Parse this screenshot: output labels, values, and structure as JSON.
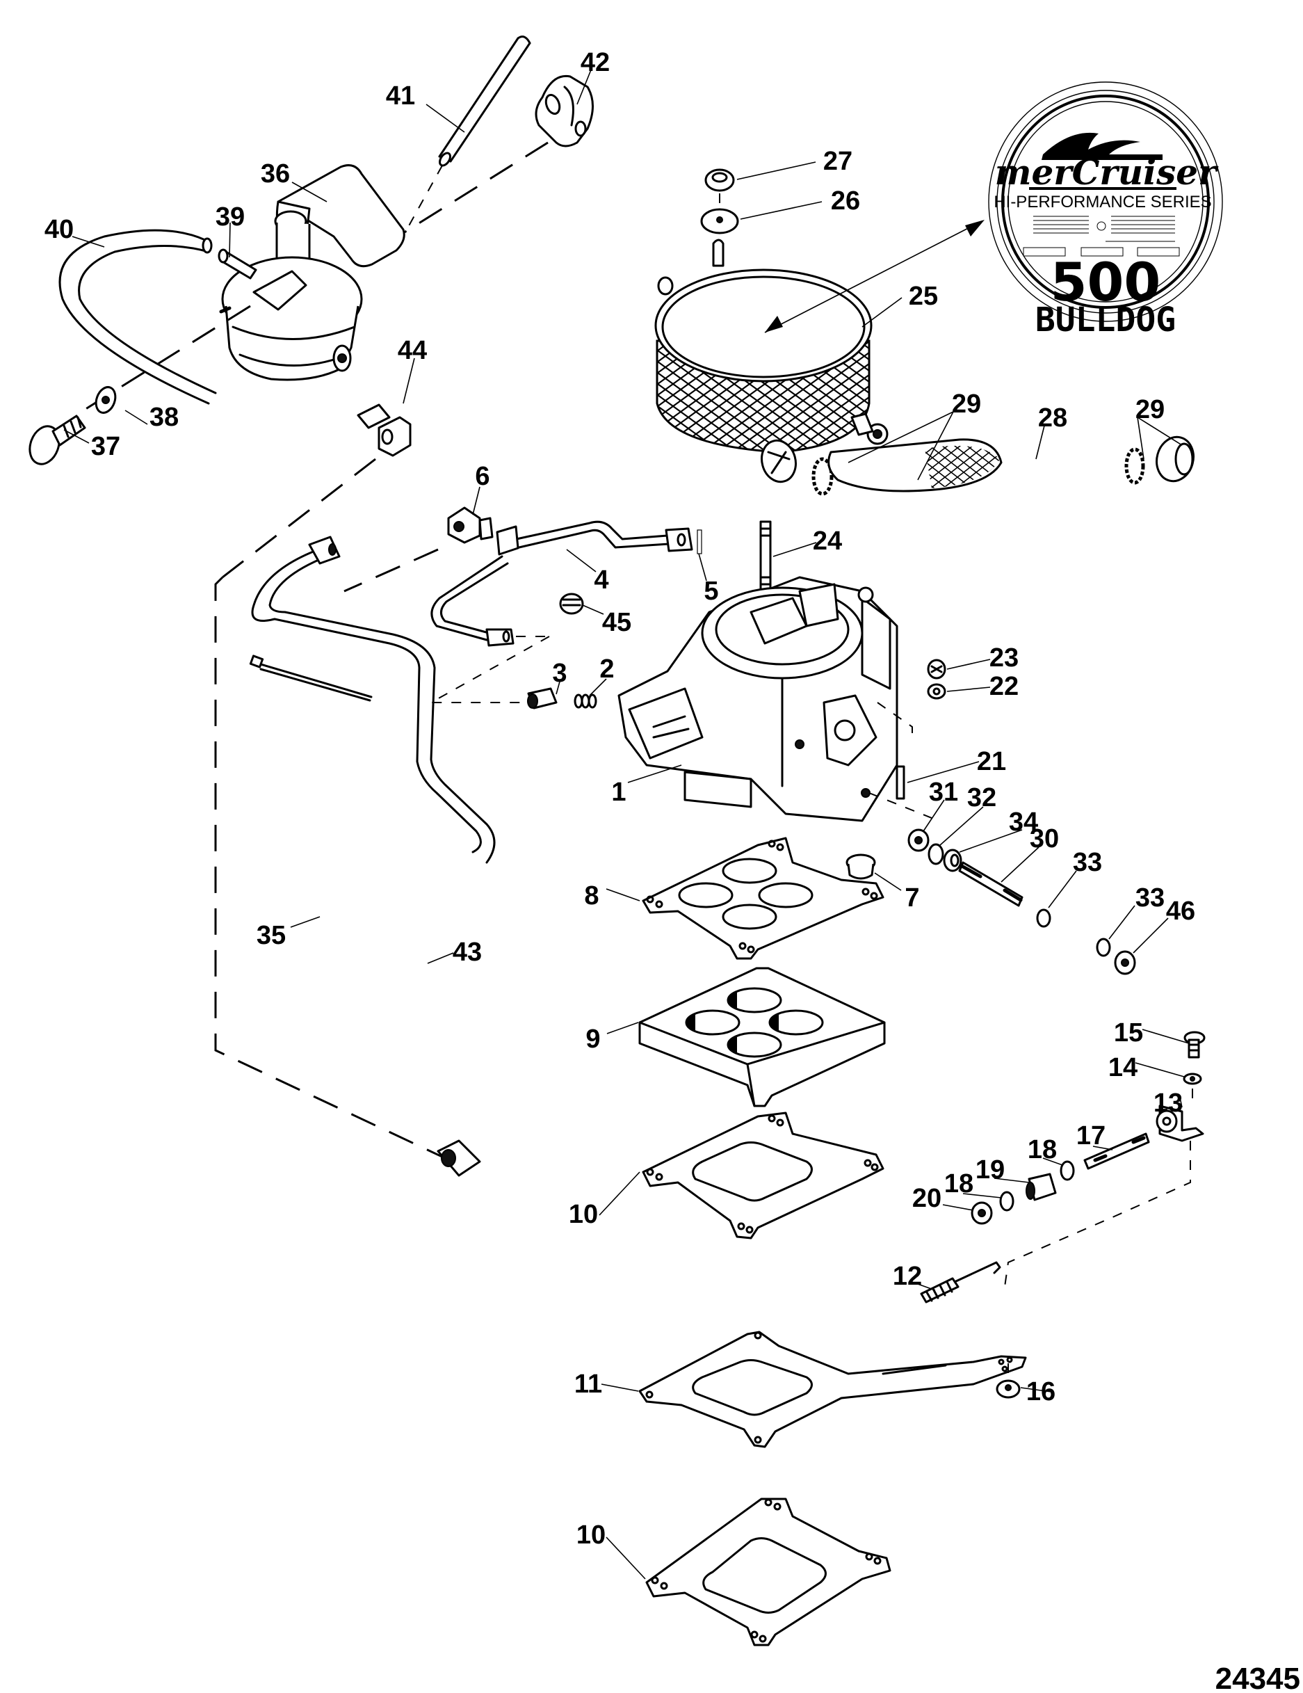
{
  "diagram": {
    "title": "Exploded parts diagram – carburetor, fuel pump and air cleaner assembly",
    "figure_number": "24345",
    "decal": {
      "brand": "merCruiser",
      "series": "HI-PERFORMANCE SERIES",
      "model_number": "500",
      "model_name": "BULLDOG"
    },
    "callouts": [
      {
        "id": "c41",
        "label": "41"
      },
      {
        "id": "c42",
        "label": "42"
      },
      {
        "id": "c36",
        "label": "36"
      },
      {
        "id": "c39",
        "label": "39"
      },
      {
        "id": "c40",
        "label": "40"
      },
      {
        "id": "c44",
        "label": "44"
      },
      {
        "id": "c38",
        "label": "38"
      },
      {
        "id": "c37",
        "label": "37"
      },
      {
        "id": "c27",
        "label": "27"
      },
      {
        "id": "c26",
        "label": "26"
      },
      {
        "id": "c25",
        "label": "25"
      },
      {
        "id": "c29a",
        "label": "29"
      },
      {
        "id": "c29b",
        "label": "29"
      },
      {
        "id": "c28",
        "label": "28"
      },
      {
        "id": "c6",
        "label": "6"
      },
      {
        "id": "c24",
        "label": "24"
      },
      {
        "id": "c4",
        "label": "4"
      },
      {
        "id": "c5",
        "label": "5"
      },
      {
        "id": "c45",
        "label": "45"
      },
      {
        "id": "c23",
        "label": "23"
      },
      {
        "id": "c22",
        "label": "22"
      },
      {
        "id": "c3",
        "label": "3"
      },
      {
        "id": "c2",
        "label": "2"
      },
      {
        "id": "c21",
        "label": "21"
      },
      {
        "id": "c1",
        "label": "1"
      },
      {
        "id": "c31",
        "label": "31"
      },
      {
        "id": "c32",
        "label": "32"
      },
      {
        "id": "c34",
        "label": "34"
      },
      {
        "id": "c30",
        "label": "30"
      },
      {
        "id": "c33a",
        "label": "33"
      },
      {
        "id": "c7",
        "label": "7"
      },
      {
        "id": "c8",
        "label": "8"
      },
      {
        "id": "c33b",
        "label": "33"
      },
      {
        "id": "c46",
        "label": "46"
      },
      {
        "id": "c35",
        "label": "35"
      },
      {
        "id": "c43",
        "label": "43"
      },
      {
        "id": "c15",
        "label": "15"
      },
      {
        "id": "c9",
        "label": "9"
      },
      {
        "id": "c14",
        "label": "14"
      },
      {
        "id": "c13",
        "label": "13"
      },
      {
        "id": "c17",
        "label": "17"
      },
      {
        "id": "c18a",
        "label": "18"
      },
      {
        "id": "c19",
        "label": "19"
      },
      {
        "id": "c18b",
        "label": "18"
      },
      {
        "id": "c20",
        "label": "20"
      },
      {
        "id": "c10a",
        "label": "10"
      },
      {
        "id": "c12",
        "label": "12"
      },
      {
        "id": "c11",
        "label": "11"
      },
      {
        "id": "c16",
        "label": "16"
      },
      {
        "id": "c10b",
        "label": "10"
      }
    ]
  }
}
